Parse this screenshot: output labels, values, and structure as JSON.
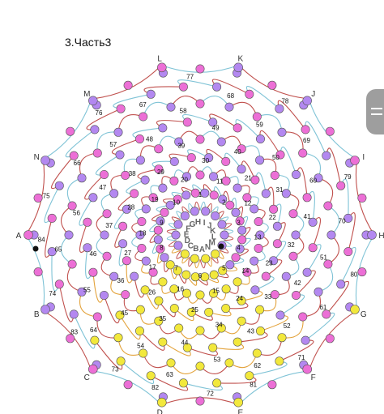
{
  "title": "3.Часть3",
  "colors": {
    "purple": "#b388f0",
    "pink": "#ec6fd6",
    "yellow": "#f2e83c",
    "red_line": "#c0504d",
    "blue_line": "#7fc3d6",
    "orange_line": "#e3a23a",
    "node_stroke": "#555555"
  },
  "outer_letters": [
    "A",
    "N",
    "M",
    "L",
    "K",
    "J",
    "I",
    "H",
    "G",
    "F",
    "E",
    "D",
    "C",
    "B"
  ],
  "inner_letters": [
    "K",
    "L",
    "M",
    "N",
    "A",
    "B",
    "C",
    "D",
    "E",
    "F",
    "G",
    "H",
    "I",
    "J"
  ],
  "numbers": [
    "1",
    "2",
    "3",
    "4",
    "5",
    "6",
    "7",
    "8",
    "9",
    "10",
    "11",
    "12",
    "13",
    "14",
    "15",
    "16",
    "17",
    "18",
    "19",
    "20",
    "21",
    "22",
    "23",
    "24",
    "25",
    "26",
    "27",
    "28",
    "29",
    "30",
    "31",
    "32",
    "33",
    "34",
    "35",
    "36",
    "37",
    "38",
    "39",
    "40",
    "41",
    "42",
    "43",
    "44",
    "45",
    "46",
    "47",
    "48",
    "49",
    "50",
    "51",
    "52",
    "53",
    "54",
    "55",
    "56",
    "57",
    "58",
    "59",
    "60",
    "61",
    "62",
    "63",
    "64",
    "65",
    "66",
    "67",
    "68",
    "69",
    "70",
    "71",
    "72",
    "73",
    "74",
    "75",
    "76",
    "77",
    "78",
    "79",
    "80",
    "81",
    "82",
    "83",
    "84"
  ]
}
